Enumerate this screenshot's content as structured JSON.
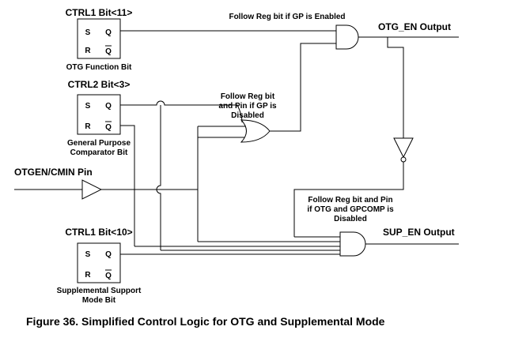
{
  "flipflops": {
    "ctrl1_11": {
      "title": "CTRL1 Bit<11>",
      "s": "S",
      "r": "R",
      "q": "Q",
      "qbar": "Q",
      "caption": [
        "OTG Function Bit"
      ]
    },
    "ctrl2_3": {
      "title": "CTRL2 Bit<3>",
      "s": "S",
      "r": "R",
      "q": "Q",
      "qbar": "Q",
      "caption": [
        "General Purpose",
        "Comparator Bit"
      ]
    },
    "ctrl1_10": {
      "title": "CTRL1 Bit<10>",
      "s": "S",
      "r": "R",
      "q": "Q",
      "qbar": "Q",
      "caption": [
        "Supplemental Support",
        "Mode Bit"
      ]
    }
  },
  "pin": {
    "label": "OTGEN/CMIN Pin"
  },
  "notes": {
    "top_and": "Follow Reg bit if GP is Enabled",
    "or_gate": [
      "Follow Reg bit",
      "and Pin if GP is",
      "Disabled"
    ],
    "bottom_and": [
      "Follow Reg bit and Pin",
      "if OTG and GPCOMP is",
      "Disabled"
    ]
  },
  "outputs": {
    "otg_en": "OTG_EN Output",
    "sup_en": "SUP_EN Output"
  },
  "figure_caption": "Figure 36. Simplified Control Logic for OTG and Supplemental Mode"
}
